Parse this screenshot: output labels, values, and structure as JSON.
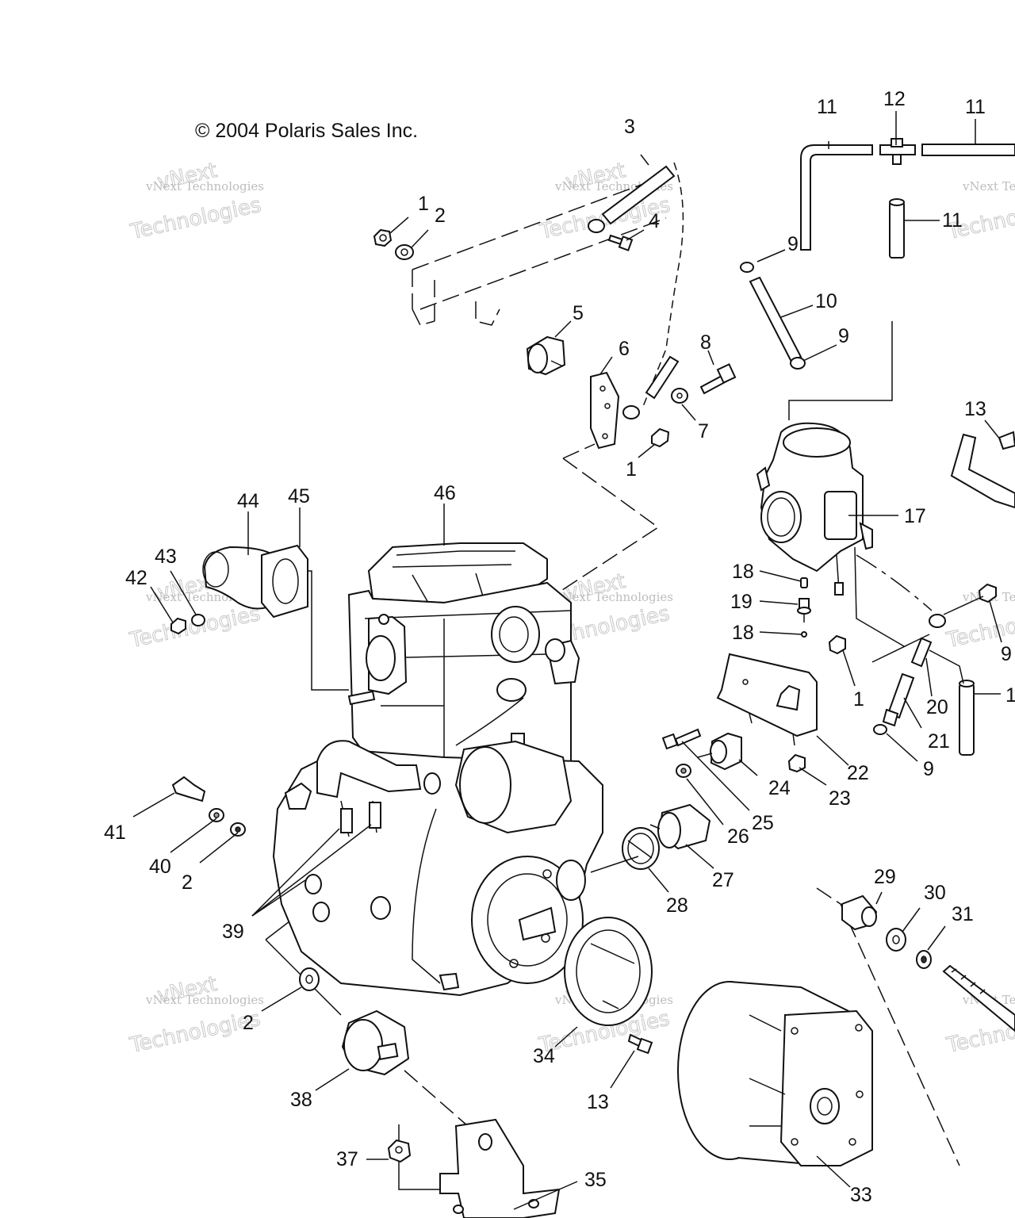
{
  "copyright": "© 2004 Polaris Sales Inc.",
  "watermark": {
    "line1": "vNext Technologies",
    "line2": "vNext",
    "line3": "Technologies"
  },
  "callouts": {
    "c1a": "1",
    "c2a": "2",
    "c3": "3",
    "c4": "4",
    "c5": "5",
    "c6": "6",
    "c7": "7",
    "c8": "8",
    "c1b": "1",
    "c9a": "9",
    "c10": "10",
    "c9b": "9",
    "c11a": "11",
    "c12": "12",
    "c11b": "11",
    "c11c": "11",
    "c13a": "13",
    "c17": "17",
    "c18a": "18",
    "c19": "19",
    "c18b": "18",
    "c1c": "1",
    "c9c": "9",
    "c20": "20",
    "c21": "21",
    "c9d": "9",
    "c1d": "1",
    "c22": "22",
    "c23": "23",
    "c24": "24",
    "c25": "25",
    "c26": "26",
    "c27": "27",
    "c28": "28",
    "c29": "29",
    "c30": "30",
    "c31": "31",
    "c33": "33",
    "c34": "34",
    "c13b": "13",
    "c35": "35",
    "c37": "37",
    "c38": "38",
    "c2b": "2",
    "c39": "39",
    "c40": "40",
    "c2c": "2",
    "c41": "41",
    "c42": "42",
    "c43": "43",
    "c44": "44",
    "c45": "45",
    "c46": "46"
  }
}
